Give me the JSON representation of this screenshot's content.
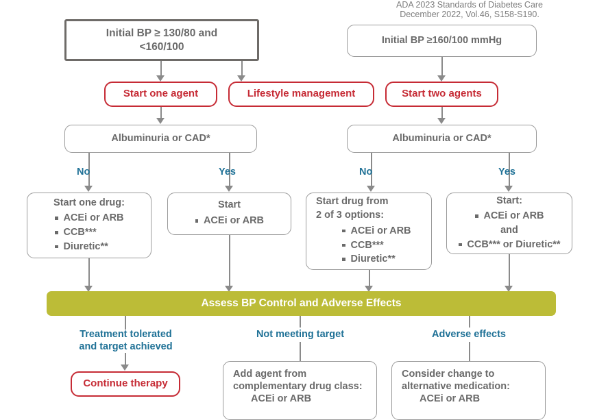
{
  "citation": {
    "line1": "ADA 2023 Standards of Diabetes Care",
    "line2": "December 2022, Vol.46, S158-S190."
  },
  "colors": {
    "red": "#c62b35",
    "gray_text": "#6a6a6a",
    "gray_border": "#9a9a9a",
    "dark_border": "#6e6b68",
    "olive": "#bcbc37",
    "teal": "#1f7196",
    "connector": "#8a8a8a"
  },
  "nodes": {
    "initial_bp_moderate": {
      "line1": "Initial BP ≥ 130/80 and",
      "line2": "<160/100"
    },
    "initial_bp_high": {
      "label": "Initial BP ≥160/100 mmHg"
    },
    "start_one_agent": {
      "label": "Start one agent"
    },
    "lifestyle_management": {
      "label": "Lifestyle management"
    },
    "start_two_agents": {
      "label": "Start two agents"
    },
    "albuminuria_left": {
      "label": "Albuminuria or CAD*"
    },
    "albuminuria_right": {
      "label": "Albuminuria or CAD*"
    },
    "start_one_drug": {
      "header": "Start one drug:",
      "items": [
        "ACEi or ARB",
        "CCB***",
        "Diuretic**"
      ]
    },
    "start_acei_arb": {
      "header": "Start",
      "items": [
        "ACEi or ARB"
      ]
    },
    "start_two_of_three": {
      "header_line1": "Start drug from",
      "header_line2": "2 of 3 options:",
      "items": [
        "ACEi or ARB",
        "CCB***",
        "Diuretic**"
      ]
    },
    "start_combo": {
      "header": "Start:",
      "item1": "ACEi or ARB",
      "conjunction": "and",
      "item2": "CCB*** or Diuretic**"
    },
    "assess_bar": {
      "label": "Assess BP Control and Adverse Effects"
    },
    "continue_therapy": {
      "label": "Continue therapy"
    },
    "add_agent": {
      "line1": "Add agent from",
      "line2": "complementary drug class:",
      "line3": "ACEi or ARB"
    },
    "consider_change": {
      "line1": "Consider change to",
      "line2": "alternative medication:",
      "line3": "ACEi or ARB"
    }
  },
  "branch_labels": {
    "left_no": "No",
    "left_yes": "Yes",
    "right_no": "No",
    "right_yes": "Yes",
    "tolerated_line1": "Treatment tolerated",
    "tolerated_line2": "and target achieved",
    "not_meeting": "Not meeting target",
    "adverse": "Adverse effects"
  }
}
